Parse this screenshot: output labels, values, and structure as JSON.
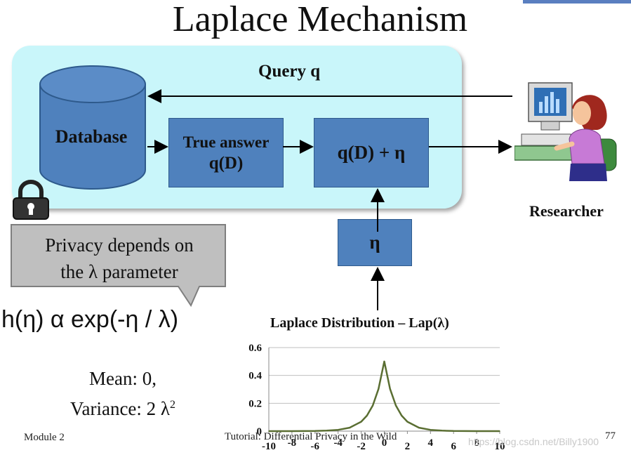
{
  "slide": {
    "title": "Laplace Mechanism",
    "footer_left": "Module 2",
    "footer_center": "Tutorial: Differential Privacy in the Wild",
    "page_number": "77",
    "watermark": "https://blog.csdn.net/Billy1900"
  },
  "diagram": {
    "database_label": "Database",
    "true_answer_line1": "True answer",
    "true_answer_line2": "q(D)",
    "noisy_answer_label": "q(D) + η",
    "noise_label": "η",
    "query_label": "Query q",
    "researcher_label": "Researcher",
    "callout_line1": "Privacy depends on",
    "callout_line2": "the λ parameter",
    "formula": "h(η) α exp(-η / λ)",
    "mean_label": "Mean: 0,",
    "variance_label": "Variance: 2 λ",
    "variance_exponent": "2",
    "icons": [
      "cylinder-database-icon",
      "padlock-icon",
      "researcher-at-computer-icon"
    ],
    "colors": {
      "panel": "#c9f6fa",
      "box": "#4f81bd",
      "curve": "#5a6e32",
      "callout": "#bfbfbf"
    }
  },
  "chart_data": {
    "type": "line",
    "title": "Laplace Distribution – Lap(λ)",
    "xlabel": "",
    "ylabel": "",
    "xlim": [
      -10,
      10
    ],
    "ylim": [
      0,
      0.6
    ],
    "x_ticks": [
      "-10",
      "-8",
      "-6",
      "-4",
      "-2",
      "0",
      "2",
      "4",
      "6",
      "8",
      "10"
    ],
    "y_ticks": [
      "0",
      "0.2",
      "0.4",
      "0.6"
    ],
    "grid": true,
    "series": [
      {
        "values": [
          {
            "x": -10,
            "y": 0.0
          },
          {
            "x": -8,
            "y": 0.0002
          },
          {
            "x": -6,
            "y": 0.0012
          },
          {
            "x": -5,
            "y": 0.0034
          },
          {
            "x": -4,
            "y": 0.0092
          },
          {
            "x": -3,
            "y": 0.0249
          },
          {
            "x": -2,
            "y": 0.0677
          },
          {
            "x": -1.5,
            "y": 0.1116
          },
          {
            "x": -1,
            "y": 0.1839
          },
          {
            "x": -0.5,
            "y": 0.3033
          },
          {
            "x": 0,
            "y": 0.5
          },
          {
            "x": 0.5,
            "y": 0.3033
          },
          {
            "x": 1,
            "y": 0.1839
          },
          {
            "x": 1.5,
            "y": 0.1116
          },
          {
            "x": 2,
            "y": 0.0677
          },
          {
            "x": 3,
            "y": 0.0249
          },
          {
            "x": 4,
            "y": 0.0092
          },
          {
            "x": 5,
            "y": 0.0034
          },
          {
            "x": 6,
            "y": 0.0012
          },
          {
            "x": 8,
            "y": 0.0002
          },
          {
            "x": 10,
            "y": 0.0
          }
        ]
      }
    ]
  }
}
